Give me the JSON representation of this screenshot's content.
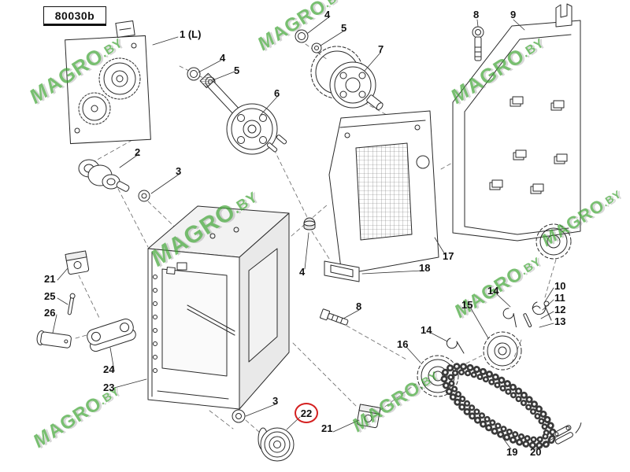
{
  "page": {
    "code": "80030b"
  },
  "watermark": {
    "prefix": "M",
    "name": "AGRO",
    "suffix": ".BY"
  },
  "highlight": {
    "circled_part": "22"
  },
  "colors": {
    "line": "#2a2a2a",
    "watermark-green": "#3fa535",
    "highlight-red": "#d42020"
  },
  "labels": [
    {
      "t": "1 (L)"
    },
    {
      "t": "4"
    },
    {
      "t": "5"
    },
    {
      "t": "4"
    },
    {
      "t": "5"
    },
    {
      "t": "6"
    },
    {
      "t": "7"
    },
    {
      "t": "8"
    },
    {
      "t": "9"
    },
    {
      "t": "2"
    },
    {
      "t": "3"
    },
    {
      "t": "4"
    },
    {
      "t": "17"
    },
    {
      "t": "18"
    },
    {
      "t": "21"
    },
    {
      "t": "25"
    },
    {
      "t": "26"
    },
    {
      "t": "24"
    },
    {
      "t": "23"
    },
    {
      "t": "3"
    },
    {
      "t": "22"
    },
    {
      "t": "21"
    },
    {
      "t": "8"
    },
    {
      "t": "16"
    },
    {
      "t": "14"
    },
    {
      "t": "15"
    },
    {
      "t": "14"
    },
    {
      "t": "10"
    },
    {
      "t": "11"
    },
    {
      "t": "12"
    },
    {
      "t": "13"
    },
    {
      "t": "19"
    },
    {
      "t": "20"
    }
  ]
}
